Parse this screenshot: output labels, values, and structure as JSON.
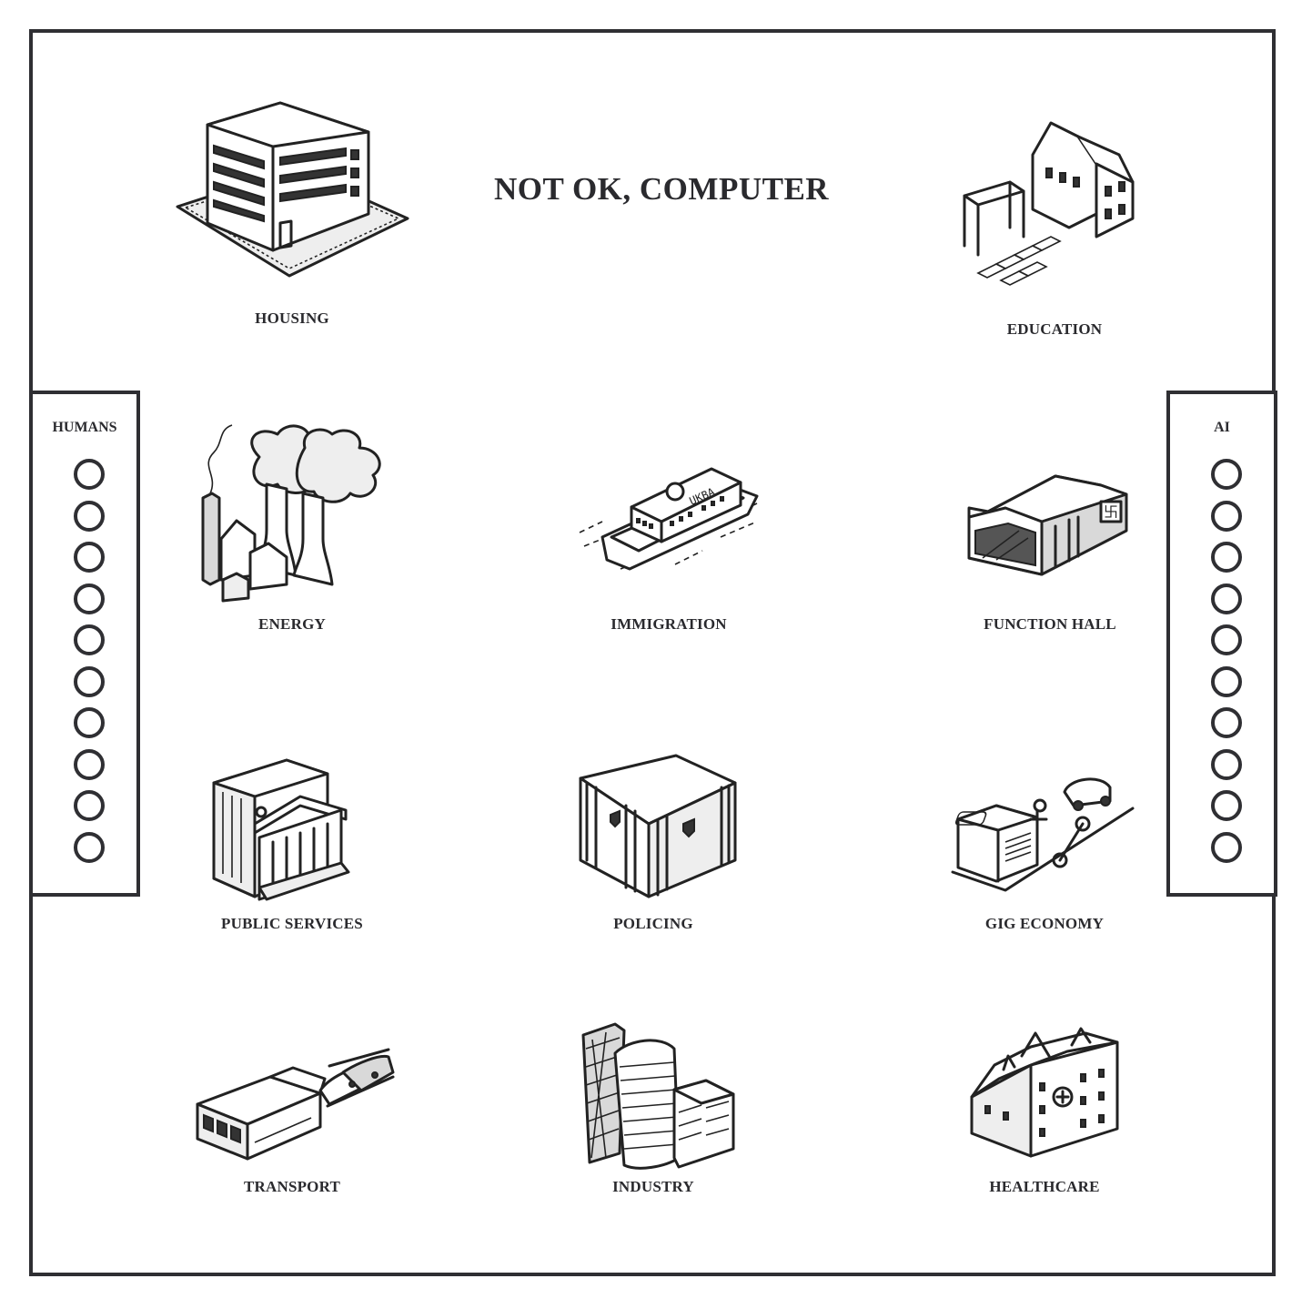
{
  "title": "NOT OK, COMPUTER",
  "tracks": {
    "left": {
      "label": "HUMANS",
      "counters": 10
    },
    "right": {
      "label": "AI",
      "counters": 10
    }
  },
  "tiles": [
    {
      "id": "housing",
      "label": "HOUSING",
      "icon": "office-block-icon"
    },
    {
      "id": "education",
      "label": "EDUCATION",
      "icon": "school-playground-icon"
    },
    {
      "id": "energy",
      "label": "ENERGY",
      "icon": "power-station-icon"
    },
    {
      "id": "immigration",
      "label": "IMMIGRATION",
      "icon": "barge-icon"
    },
    {
      "id": "function-hall",
      "label": "FUNCTION HALL",
      "icon": "hall-icon"
    },
    {
      "id": "public-services",
      "label": "PUBLIC SERVICES",
      "icon": "civic-building-icon"
    },
    {
      "id": "policing",
      "label": "POLICING",
      "icon": "police-station-icon"
    },
    {
      "id": "gig-economy",
      "label": "GIG ECONOMY",
      "icon": "delivery-street-icon"
    },
    {
      "id": "transport",
      "label": "TRANSPORT",
      "icon": "train-depot-icon"
    },
    {
      "id": "industry",
      "label": "INDUSTRY",
      "icon": "skyscrapers-icon"
    },
    {
      "id": "healthcare",
      "label": "HEALTHCARE",
      "icon": "hospital-icon"
    }
  ],
  "illustration_text": {
    "barge_sign": "UKBA"
  }
}
